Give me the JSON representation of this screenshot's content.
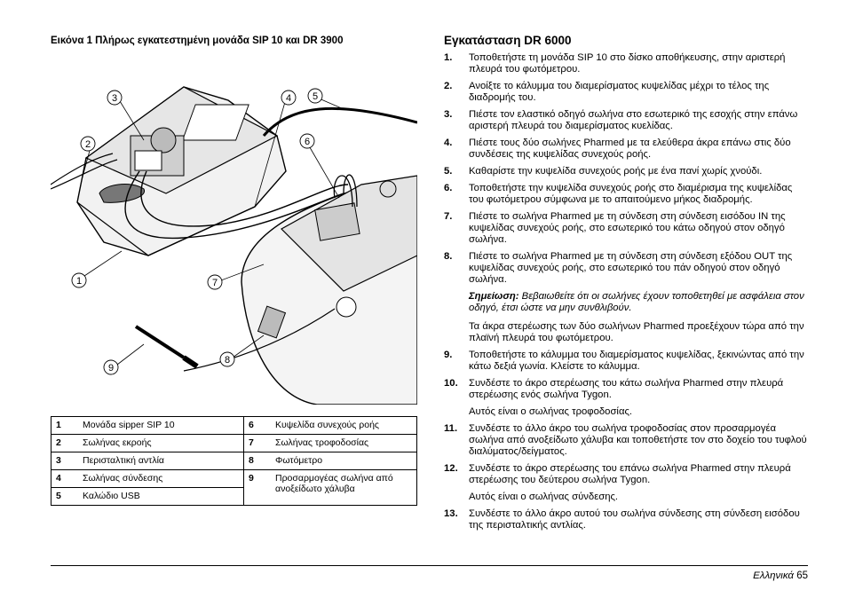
{
  "figure": {
    "caption": "Εικόνα 1 Πλήρως εγκατεστημένη μονάδα SIP 10 και DR 3900",
    "callouts": [
      "1",
      "2",
      "3",
      "4",
      "5",
      "6",
      "7",
      "8",
      "9"
    ]
  },
  "legend": [
    {
      "n1": "1",
      "l1": "Μονάδα sipper SIP 10",
      "n2": "6",
      "l2": "Κυψελίδα συνεχούς ροής"
    },
    {
      "n1": "2",
      "l1": "Σωλήνας εκροής",
      "n2": "7",
      "l2": "Σωλήνας τροφοδοσίας"
    },
    {
      "n1": "3",
      "l1": "Περισταλτική αντλία",
      "n2": "8",
      "l2": "Φωτόμετρο"
    },
    {
      "n1": "4",
      "l1": "Σωλήνας σύνδεσης",
      "n2": "9",
      "l2": "Προσαρμογέας σωλήνα από ανοξείδωτο χάλυβα"
    },
    {
      "n1": "5",
      "l1": "Καλώδιο USB",
      "n2": "",
      "l2": ""
    }
  ],
  "section": {
    "title": "Εγκατάσταση DR 6000",
    "steps": [
      {
        "n": "1.",
        "t": "Τοποθετήστε τη μονάδα SIP 10 στο δίσκο αποθήκευσης, στην αριστερή πλευρά του φωτόμετρου."
      },
      {
        "n": "2.",
        "t": "Ανοίξτε το κάλυμμα του διαμερίσματος κυψελίδας μέχρι το τέλος της διαδρομής του."
      },
      {
        "n": "3.",
        "t": "Πιέστε τον ελαστικό οδηγό σωλήνα στο εσωτερικό της εσοχής στην επάνω αριστερή πλευρά του διαμερίσματος κυελίδας."
      },
      {
        "n": "4.",
        "t": "Πιέστε τους δύο σωλήνες Pharmed με τα ελεύθερα άκρα επάνω στις δύο συνδέσεις της κυψελίδας συνεχούς ροής."
      },
      {
        "n": "5.",
        "t": "Καθαρίστε την κυψελίδα συνεχούς ροής με ένα πανί χωρίς χνούδι."
      },
      {
        "n": "6.",
        "t": "Τοποθετήστε την κυψελίδα συνεχούς ροής στο διαμέρισμα της κυψελίδας του φωτόμετρου σύμφωνα με το απαιτούμενο μήκος διαδρομής."
      },
      {
        "n": "7.",
        "t": "Πιέστε το σωλήνα Pharmed με τη σύνδεση στη σύνδεση εισόδου IN της κυψελίδας συνεχούς ροής, στο εσωτερικό του κάτω οδηγού στον οδηγό σωλήνα."
      },
      {
        "n": "8.",
        "t": "Πιέστε το σωλήνα Pharmed με τη σύνδεση στη σύνδεση εξόδου OUT της κυψελίδας συνεχούς ροής, στο εσωτερικό του πάν οδηγού στον οδηγό σωλήνα."
      }
    ],
    "note_label": "Σημείωση:",
    "note_text": "Βεβαιωθείτε ότι οι σωλήνες έχουν τοποθετηθεί με ασφάλεια στον οδηγό, έτσι ώστε να μην συνθλιβούν.",
    "note_after": "Τα άκρα στερέωσης των δύο σωλήνων Pharmed προεξέχουν τώρα από την πλαϊνή πλευρά του φωτόμετρου.",
    "steps2": [
      {
        "n": "9.",
        "t": "Τοποθετήστε το κάλυμμα του διαμερίσματος κυψελίδας, ξεκινώντας από την κάτω δεξιά γωνία. Κλείστε το κάλυμμα."
      },
      {
        "n": "10.",
        "t": "Συνδέστε το άκρο στερέωσης του κάτω σωλήνα Pharmed στην πλευρά στερέωσης ενός σωλήνα Tygon."
      }
    ],
    "after10": "Αυτός είναι ο σωλήνας τροφοδοσίας.",
    "steps3": [
      {
        "n": "11.",
        "t": "Συνδέστε το άλλο άκρο του σωλήνα τροφοδοσίας στον προσαρμογέα σωλήνα από ανοξείδωτο χάλυβα και τοποθετήστε τον στο δοχείο του τυφλού διαλύματος/δείγματος."
      },
      {
        "n": "12.",
        "t": "Συνδέστε το άκρο στερέωσης του επάνω σωλήνα Pharmed στην πλευρά στερέωσης του δεύτερου σωλήνα Tygon."
      }
    ],
    "after12": "Αυτός είναι ο σωλήνας σύνδεσης.",
    "steps4": [
      {
        "n": "13.",
        "t": "Συνδέστε το άλλο άκρο αυτού του σωλήνα σύνδεσης στη σύνδεση εισόδου της περισταλτικής αντλίας."
      }
    ]
  },
  "footer": {
    "language": "Ελληνικά",
    "page": "65"
  }
}
